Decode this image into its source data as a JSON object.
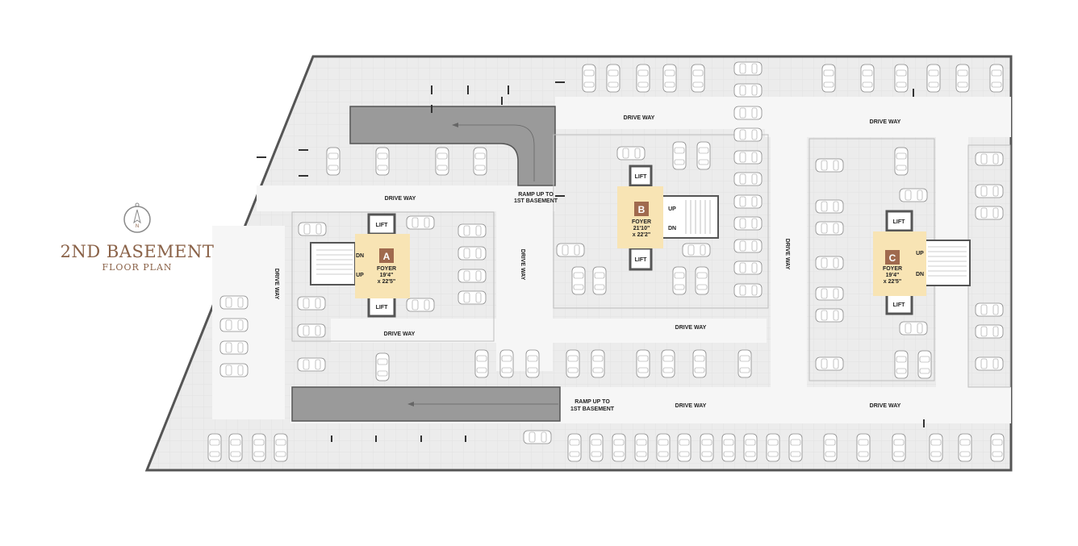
{
  "title": {
    "main": "2ND BASEMENT",
    "sub": "FLOOR PLAN",
    "compass_letter": "N"
  },
  "colors": {
    "boundary": "#555555",
    "floor": "#ededed",
    "driveway": "#f5f5f5",
    "ramp": "#9a9a9a",
    "foyer": "#f8e4b4",
    "foyer_badge": "#a06a4e",
    "title": "#8a6248"
  },
  "labels": {
    "drive_way": "DRIVE WAY",
    "ramp_up": "RAMP UP TO",
    "ramp_up_2": "1ST BASEMENT",
    "lift": "LIFT",
    "up": "UP",
    "dn": "DN",
    "foyer": "FOYER"
  },
  "foyers": [
    {
      "id": "A",
      "label": "FOYER",
      "size_1": "19'4\"",
      "size_2": "x 22'5\""
    },
    {
      "id": "B",
      "label": "FOYER",
      "size_1": "21'10\"",
      "size_2": "x 22'2\""
    },
    {
      "id": "C",
      "label": "FOYER",
      "size_1": "19'4\"",
      "size_2": "x 22'5\""
    }
  ],
  "icons": [
    "compass-icon",
    "car-icon",
    "stair-icon",
    "ramp-arrow-icon"
  ]
}
